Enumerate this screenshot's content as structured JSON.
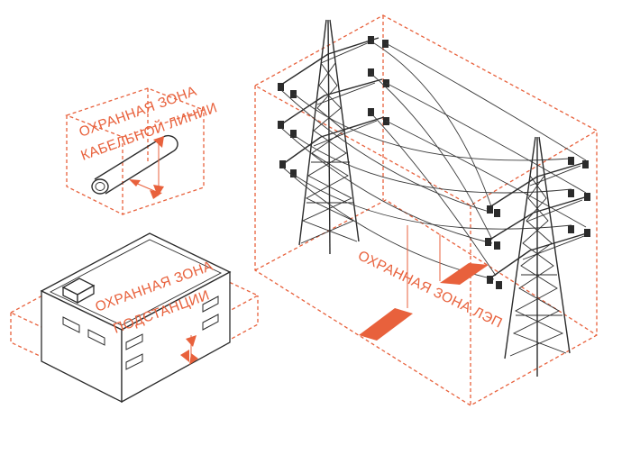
{
  "labels": {
    "cable_line_1": "ОХРАННАЯ ЗОНА",
    "cable_line_2": "КАБЕЛЬНОЙ ЛИНИИ",
    "substation_1": "ОХРАННАЯ ЗОНА",
    "substation_2": "ПОДСТАНЦИИ",
    "power_line": "ОХРАННАЯ ЗОНА ЛЭП"
  },
  "colors": {
    "accent": "#e8613c",
    "ink": "#2b2b2b",
    "background": "#ffffff"
  },
  "icons": [
    "cable-pipe-icon",
    "substation-building-icon",
    "transmission-tower-icon",
    "zone-arrow-icon"
  ]
}
